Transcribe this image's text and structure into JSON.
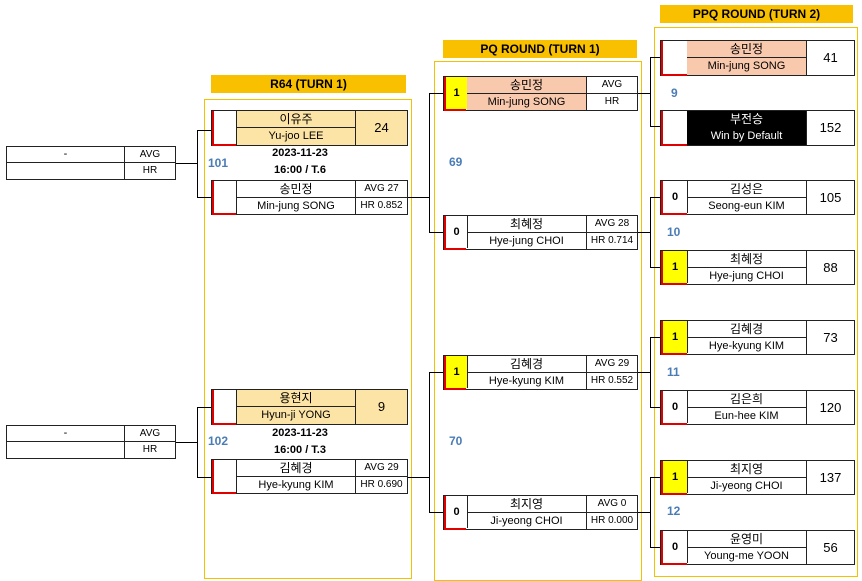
{
  "headers": {
    "r64": "R64 (TURN 1)",
    "pq": "PQ ROUND (TURN 1)",
    "ppq": "PPQ ROUND (TURN 2)"
  },
  "left": [
    {
      "name": "-",
      "avg": "AVG",
      "hr": "HR"
    },
    {
      "name": "-",
      "avg": "AVG",
      "hr": "HR"
    }
  ],
  "match_numbers": [
    "101",
    "102",
    "69",
    "70",
    "9",
    "10",
    "11",
    "12"
  ],
  "r64": [
    {
      "top": {
        "ko": "이유주",
        "en": "Yu-joo LEE",
        "score": "24"
      },
      "date": "2023-11-23",
      "time": "16:00 / T.6",
      "bottom": {
        "ko": "송민정",
        "en": "Min-jung SONG",
        "avg": "AVG 27",
        "hr": "HR 0.852"
      }
    },
    {
      "top": {
        "ko": "용현지",
        "en": "Hyun-ji YONG",
        "score": "9"
      },
      "date": "2023-11-23",
      "time": "16:00 / T.3",
      "bottom": {
        "ko": "김혜경",
        "en": "Hye-kyung KIM",
        "avg": "AVG 29",
        "hr": "HR 0.690"
      }
    }
  ],
  "pq": [
    {
      "seed": "1",
      "ko": "송민정",
      "en": "Min-jung SONG",
      "avg": "AVG",
      "hr": "HR"
    },
    {
      "seed": "0",
      "ko": "최혜정",
      "en": "Hye-jung CHOI",
      "avg": "AVG 28",
      "hr": "HR 0.714"
    },
    {
      "seed": "1",
      "ko": "김혜경",
      "en": "Hye-kyung KIM",
      "avg": "AVG 29",
      "hr": "HR 0.552"
    },
    {
      "seed": "0",
      "ko": "최지영",
      "en": "Ji-yeong CHOI",
      "avg": "AVG 0",
      "hr": "HR 0.000"
    }
  ],
  "ppq": [
    {
      "seed": "",
      "ko": "송민정",
      "en": "Min-jung SONG",
      "score": "41"
    },
    {
      "seed": "",
      "ko": "부전승",
      "en": "Win by Default",
      "score": "152"
    },
    {
      "seed": "0",
      "ko": "김성은",
      "en": "Seong-eun KIM",
      "score": "105"
    },
    {
      "seed": "1",
      "ko": "최혜정",
      "en": "Hye-jung CHOI",
      "score": "88"
    },
    {
      "seed": "1",
      "ko": "김혜경",
      "en": "Hye-kyung KIM",
      "score": "73"
    },
    {
      "seed": "0",
      "ko": "김은희",
      "en": "Eun-hee KIM",
      "score": "120"
    },
    {
      "seed": "1",
      "ko": "최지영",
      "en": "Ji-yeong CHOI",
      "score": "137"
    },
    {
      "seed": "0",
      "ko": "윤영미",
      "en": "Young-me YOON",
      "score": "56"
    }
  ]
}
